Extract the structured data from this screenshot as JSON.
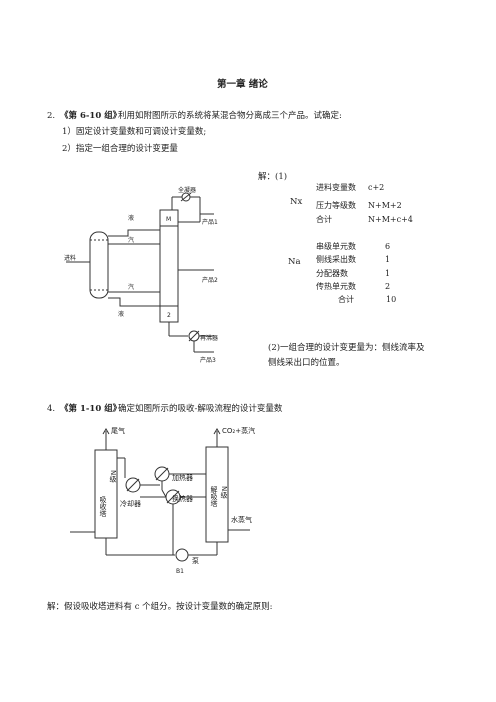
{
  "chapter_title": "第一章 绪论",
  "q2": {
    "number": "2.",
    "tag": "《第 6-10 组》",
    "text": "利用如附图所示的系统将某混合物分离成三个产品。试确定:",
    "item1": "1）固定设计变量数和可调设计变量数;",
    "item2": "2）指定一组合理的设计变更量",
    "solution_head": "解：(1)",
    "nx_symbol": "Nx",
    "nx_rows": [
      {
        "label": "进料变量数",
        "value": "c+2"
      },
      {
        "label": "压力等级数",
        "value": "N+M+2"
      },
      {
        "label": "合计",
        "value": "N+M+c+4"
      }
    ],
    "na_symbol": "Na",
    "na_rows": [
      {
        "label": "串级单元数",
        "value": "6"
      },
      {
        "label": "侧线采出数",
        "value": "1"
      },
      {
        "label": "分配器数",
        "value": "1"
      },
      {
        "label": "传热单元数",
        "value": "2"
      },
      {
        "label": "合计",
        "value": "10"
      }
    ],
    "answer2_line1": "(2)一组合理的设计变更量为：侧线流率及",
    "answer2_line2": "侧线采出口的位置。",
    "diagram": {
      "condenser": "全凝器",
      "liquid_top": "液",
      "vapor_top": "汽",
      "feed": "进料",
      "vapor_bottom": "汽",
      "liquid_bottom": "液",
      "stage_top": "M",
      "stage_bottom": "2",
      "product1": "产品1",
      "product2": "产品2",
      "reboiler": "再沸器",
      "product3": "产品3"
    }
  },
  "q4": {
    "number": "4.",
    "tag": "《第 1-10 组》",
    "text": "确定如图所示的吸收-解吸流程的设计变量数",
    "diagram": {
      "lean_gas": "尾气",
      "co2_steam": "CO₂+蒸汽",
      "absorber": "吸收塔",
      "absorber_stages": "N级",
      "stripper": "解吸塔",
      "stripper_stages": "N级",
      "heater": "加热器",
      "cooler": "冷却器",
      "exchanger": "换热器",
      "steam": "水蒸气",
      "pump": "泵",
      "pump_id": "B1"
    },
    "solution": "解：假设吸收塔进料有 c 个组分。按设计变量数的确定原则:"
  }
}
